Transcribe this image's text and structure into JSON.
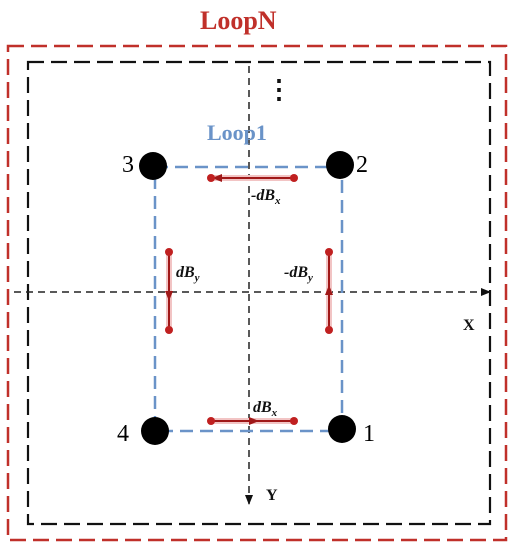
{
  "titles": {
    "outer": "LoopN",
    "inner": "Loop1"
  },
  "ellipsis": "⋮",
  "corners": {
    "c1": "1",
    "c2": "2",
    "c3": "3",
    "c4": "4"
  },
  "axes": {
    "x": "X",
    "y": "Y"
  },
  "vectors": {
    "top": {
      "base": "-dB",
      "sub": "x"
    },
    "left": {
      "base": "dB",
      "sub": "y"
    },
    "right": {
      "base": "-dB",
      "sub": "y"
    },
    "bottom": {
      "base": "dB",
      "sub": "x"
    }
  },
  "colors": {
    "loopN": "#c0302a",
    "loop1": "#6a93c8",
    "vector": "#b02020",
    "vectorShade": "#f2c4c4",
    "axis": "#222222",
    "node": "#000000"
  }
}
